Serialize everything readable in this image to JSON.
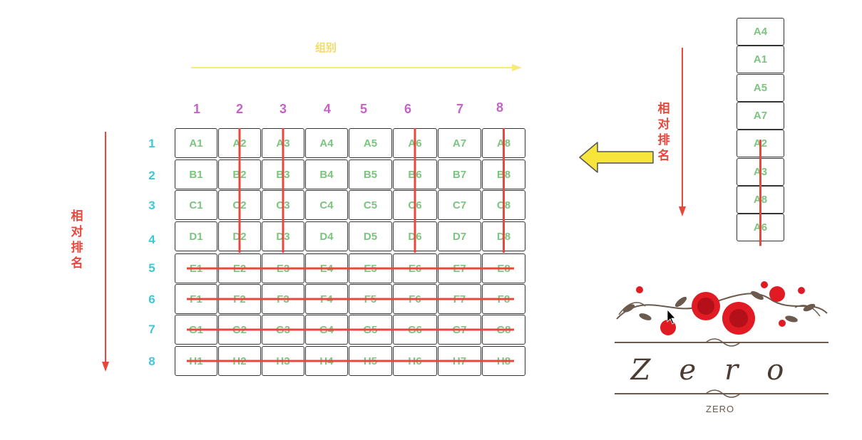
{
  "main_grid": {
    "group_axis_label": "组别",
    "rank_axis_label": [
      "相",
      "对",
      "排",
      "名"
    ],
    "column_numbers": [
      "1",
      "2",
      "3",
      "4",
      "5",
      "6",
      "7",
      "8"
    ],
    "row_numbers": [
      "1",
      "2",
      "3",
      "4",
      "5",
      "6",
      "7",
      "8"
    ],
    "rows": [
      [
        "A1",
        "A2",
        "A3",
        "A4",
        "A5",
        "A6",
        "A7",
        "A8"
      ],
      [
        "B1",
        "B2",
        "B3",
        "B4",
        "B5",
        "B6",
        "B7",
        "B8"
      ],
      [
        "C1",
        "C2",
        "C3",
        "C4",
        "C5",
        "C6",
        "C7",
        "C8"
      ],
      [
        "D1",
        "D2",
        "D3",
        "D4",
        "D5",
        "D6",
        "D7",
        "D8"
      ],
      [
        "E1",
        "E2",
        "E3",
        "E4",
        "E5",
        "E6",
        "E7",
        "E8"
      ],
      [
        "F1",
        "F2",
        "F3",
        "F4",
        "F5",
        "F6",
        "F7",
        "F8"
      ],
      [
        "G1",
        "G2",
        "G3",
        "G4",
        "G5",
        "G6",
        "G7",
        "G8"
      ],
      [
        "H1",
        "H2",
        "H3",
        "H4",
        "H5",
        "H6",
        "H7",
        "H8"
      ]
    ],
    "struck_columns": [
      2,
      3,
      6,
      8
    ],
    "struck_rows": [
      5,
      6,
      7,
      8
    ]
  },
  "side_column": {
    "rank_axis_label": [
      "相",
      "对",
      "排",
      "名"
    ],
    "cells": [
      "A4",
      "A1",
      "A5",
      "A7",
      "A2",
      "A3",
      "A8",
      "A6"
    ],
    "struck_from_index": 4
  },
  "logo": {
    "wordmark": "Zero",
    "caption": "ZERO"
  },
  "colors": {
    "cell_text": "#7cc47f",
    "column_number": "#c463c4",
    "row_number": "#3fc7d6",
    "strike": "#e8473c",
    "group_arrow": "#f7e97a",
    "big_arrow_fill": "#f7e53b"
  },
  "icons": {
    "left_arrow": "big-yellow-left-arrow-icon",
    "logo": "rose-garland-logo-icon"
  }
}
